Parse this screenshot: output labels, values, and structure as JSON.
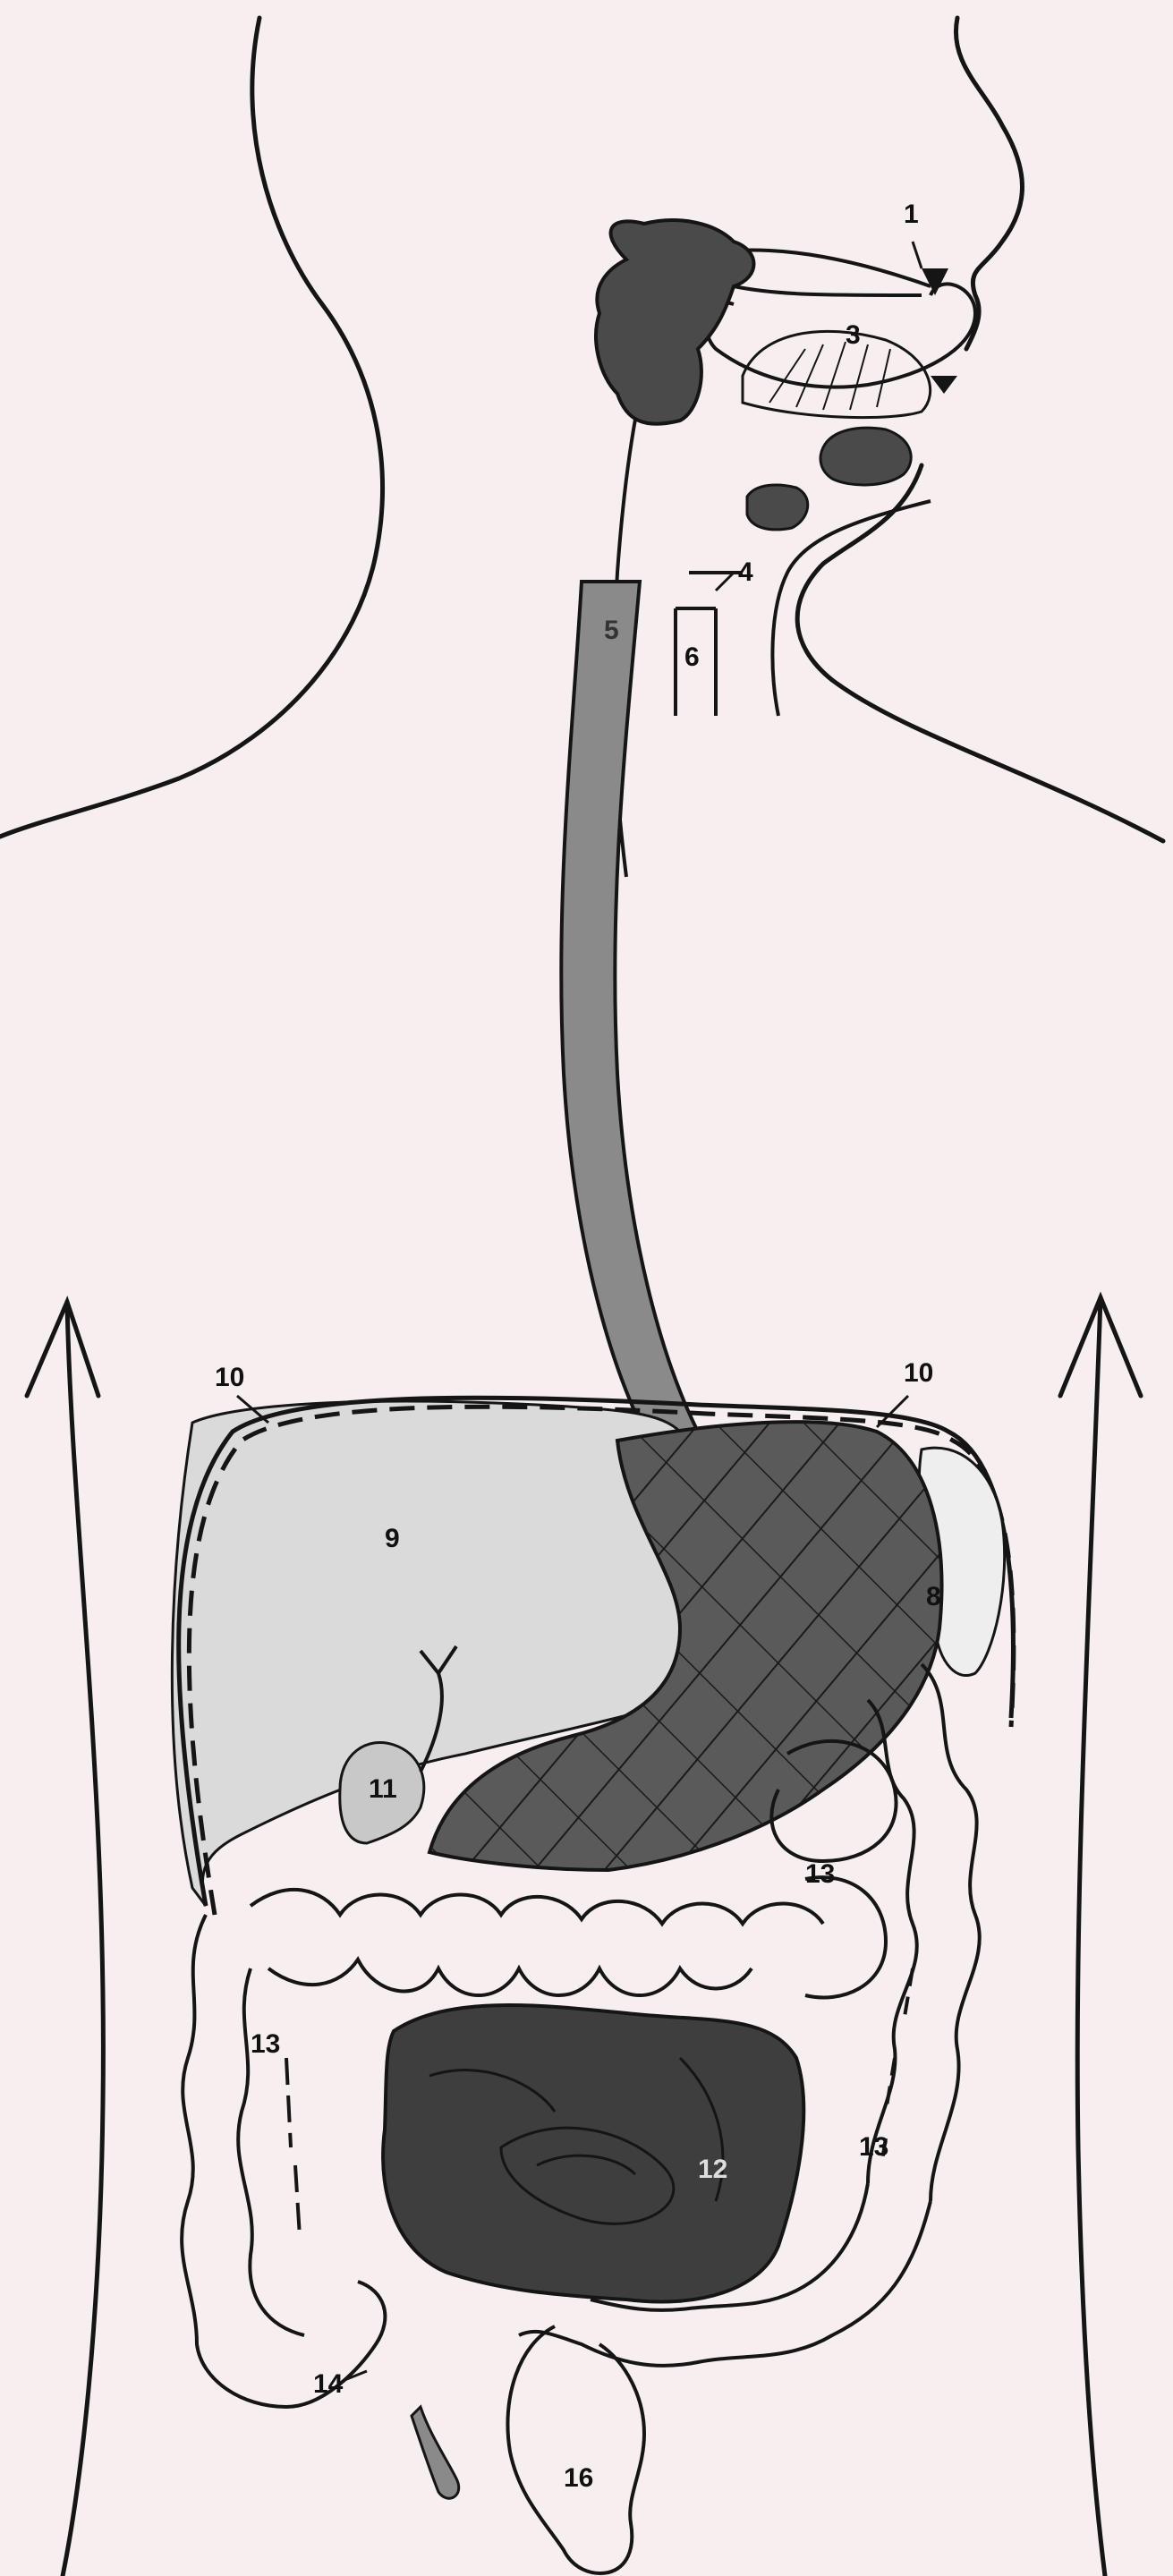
{
  "colors": {
    "background": "#f7efef",
    "ink": "#151515",
    "organ_dark": "#4a4a4a",
    "organ_mid": "#8a8a8a",
    "liver": "#dadada"
  },
  "labels": {
    "l1": "1",
    "l3": "3",
    "l4": "4",
    "l5": "5",
    "l6": "6",
    "l8": "8",
    "l9": "9",
    "l10_left": "10",
    "l10_right": "10",
    "l11": "11",
    "l12": "12",
    "l13_right": "13",
    "l13_left": "13",
    "l13_lower": "13",
    "l14": "14",
    "l16": "16"
  }
}
